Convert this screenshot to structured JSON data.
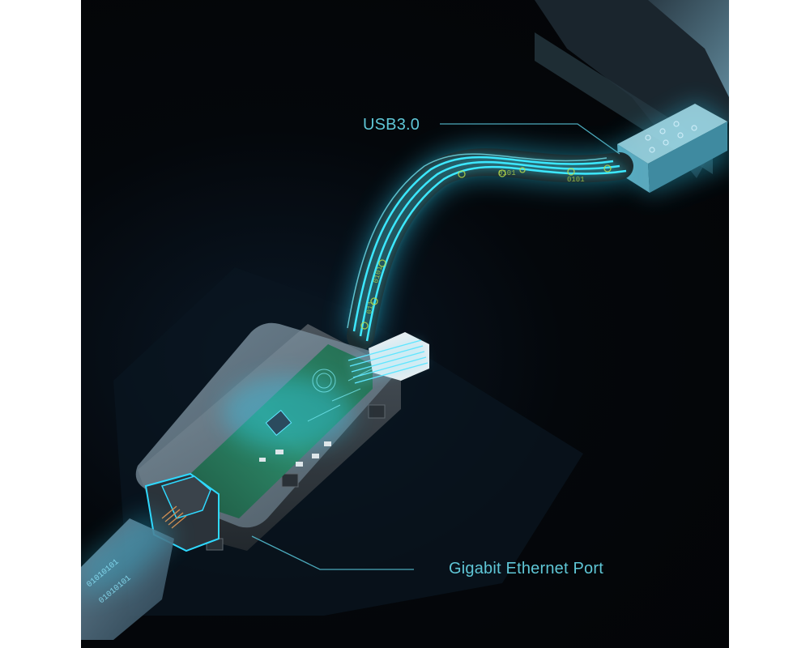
{
  "image": {
    "description": "Product illustration of a USB 3.0 to Gigabit Ethernet adapter with transparent housing showing glowing circuit board and cable",
    "colors": {
      "background": "#030406",
      "accent_cyan": "#5fc6d6",
      "glow": "#2fd9ff",
      "pcb_green": "#2e7a57",
      "housing": "#3a4148",
      "side_margin": "#ffffff"
    }
  },
  "callouts": [
    {
      "id": "usb",
      "label": "USB3.0"
    },
    {
      "id": "ethernet",
      "label": "Gigabit Ethernet Port"
    }
  ]
}
